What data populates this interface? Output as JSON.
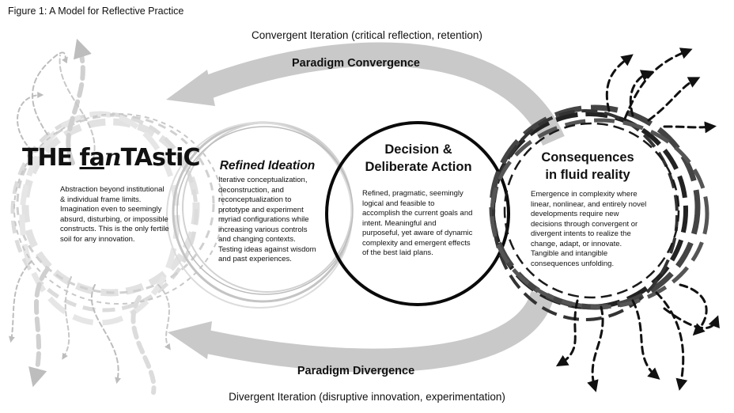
{
  "figure": {
    "caption": "Figure 1: A Model for Reflective Practice"
  },
  "top_label": "Convergent Iteration (critical reflection, retention)",
  "bottom_label": "Divergent Iteration (disruptive innovation, experimentation)",
  "arrows": {
    "convergence_label": "Paradigm Convergence",
    "divergence_label": "Paradigm Divergence",
    "color": "#c8c8c8"
  },
  "fantastic": {
    "title_parts": [
      "THE ",
      "fa",
      "n",
      "TAsti",
      "C"
    ],
    "body": "Abstraction beyond institutional & individual frame limits. Imagination even to seemingly absurd, disturbing, or impossible constructs. This is the only fertile soil for any innovation."
  },
  "ideation": {
    "title": "Refined Ideation",
    "body": "Iterative conceptualization, deconstruction, and reconceptualization to prototype and experiment myriad configurations while increasing various controls and changing contexts. Testing ideas against wisdom and past experiences."
  },
  "decision": {
    "title_line1": "Decision &",
    "title_line2": "Deliberate Action",
    "body": "Refined, pragmatic, seemingly logical and feasible to accomplish the current goals and intent.  Meaningful and purposeful, yet aware of dynamic complexity and emergent effects of the best laid plans."
  },
  "consequences": {
    "title_line1": "Consequences",
    "title_line2": "in fluid reality",
    "body": "Emergence in complexity where linear, nonlinear, and entirely novel developments require new decisions through convergent or divergent intents to realize the change, adapt, or innovate. Tangible and intangible consequences unfolding."
  }
}
